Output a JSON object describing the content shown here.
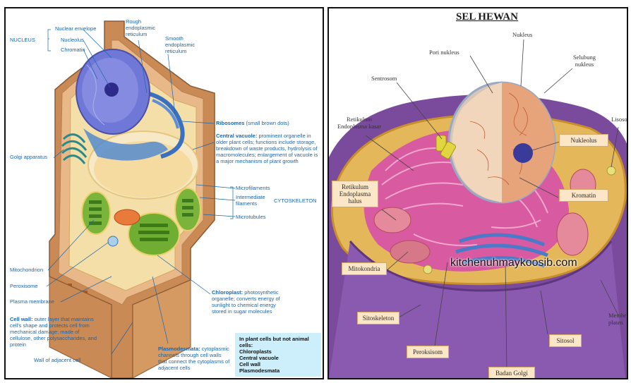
{
  "plant": {
    "nucleus_group": "NUCLEUS",
    "nuclear_envelope": "Nuclear envelope",
    "nucleolus": "Nucleolus",
    "chromatin": "Chromatin",
    "rough_er": "Rough endoplasmic reticulum",
    "smooth_er": "Smooth endoplasmic reticulum",
    "ribosomes_name": "Ribosomes",
    "ribosomes_desc": "(small brown dots)",
    "golgi": "Golgi apparatus",
    "central_vacuole_name": "Central vacuole:",
    "central_vacuole_desc": "prominent organelle in older plant cells; functions include storage, breakdown of waste products, hydrolysis of macromolecules; enlargement of vacuole is a major mechanism of plant growth",
    "microfilaments": "Microfilaments",
    "intermediate_filaments": "Intermediate filaments",
    "microtubules": "Microtubules",
    "cytoskeleton_group": "CYTOSKELETON",
    "mitochondrion": "Mitochondrion",
    "peroxisome": "Peroxisome",
    "plasma_membrane": "Plasma membrane",
    "cell_wall_name": "Cell wall:",
    "cell_wall_desc": "outer layer that maintains cell's shape and protects cell from mechanical damage; made of cellulose, other polysaccharides, and protein",
    "wall_adjacent": "Wall of adjacent cell",
    "chloroplast_name": "Chloroplast:",
    "chloroplast_desc": "photosynthetic organelle; converts energy of sunlight to chemical energy stored in sugar molecules",
    "plasmodesmata_name": "Plasmodesmata:",
    "plasmodesmata_desc": "cytoplasmic channels through cell walls that connect the cytoplasms of adjacent cells",
    "plant_only_title": "In plant cells but not animal cells:",
    "plant_only_items": [
      "Chloroplasts",
      "Central vacuole",
      "Cell wall",
      "Plasmodesmata"
    ]
  },
  "animal": {
    "title": "SEL HEWAN",
    "nukleus": "Nukleus",
    "pori_nukleus": "Pori nukleus",
    "selubung_nukleus": "Selubung nukleus",
    "sentrosom": "Sentrosom",
    "re_kasar": "Retikulum Endoplasma kasar",
    "lisosom": "Lisoson",
    "nukleolus": "Nukleolus",
    "re_halus": "Retikulum Endoplasma halus",
    "kromatin": "Kromatin",
    "mitokondria": "Mitokondria",
    "sitoskeleton": "Sitoskeleton",
    "membran": "Membr plasm",
    "peroksisom": "Peroksisom",
    "badan_golgi": "Badan Golgi",
    "sitosol": "Sitosol",
    "watermark": "kitchenuhmaykoosib.com"
  }
}
